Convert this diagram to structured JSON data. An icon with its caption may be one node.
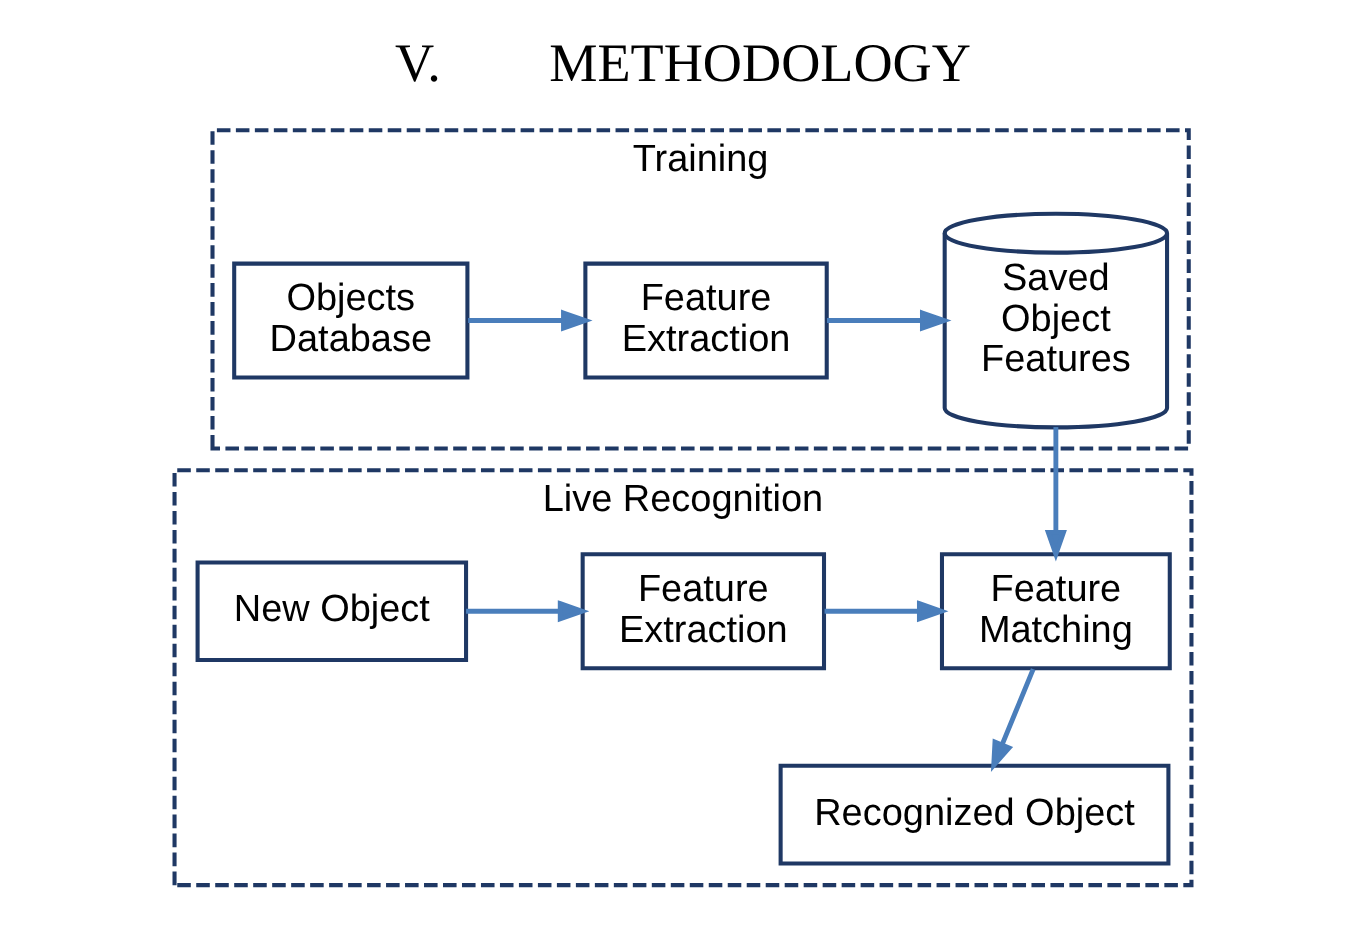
{
  "diagram": {
    "title": "V.        METHODOLOGY",
    "nodes": [
      {
        "text": [
          "Training"
        ]
      },
      {
        "text": [
          "Objects Database"
        ],
        "in": 0
      },
      {
        "text": [
          "Feature Extraction"
        ],
        "in": 0
      },
      {
        "text": [
          "Saved Object Features"
        ],
        "in": 0
      },
      {
        "text": [
          "Live Recognition"
        ]
      },
      {
        "text": [
          "New Object"
        ],
        "in": 4
      },
      {
        "text": [
          "Feature Extraction"
        ],
        "in": 4
      },
      {
        "text": [
          "Feature Matching"
        ],
        "in": 4
      },
      {
        "text": [
          "Recognized Object"
        ],
        "in": 4
      }
    ],
    "edges": [
      {
        "from": 1,
        "to": 2,
        "arrow": "to"
      },
      {
        "from": 2,
        "to": 3,
        "arrow": "to"
      },
      {
        "from": 3,
        "to": 7,
        "arrow": "to"
      },
      {
        "from": 5,
        "to": 6,
        "arrow": "to"
      },
      {
        "from": 6,
        "to": 7,
        "arrow": "to"
      },
      {
        "from": 7,
        "to": 8,
        "arrow": "to"
      }
    ]
  }
}
